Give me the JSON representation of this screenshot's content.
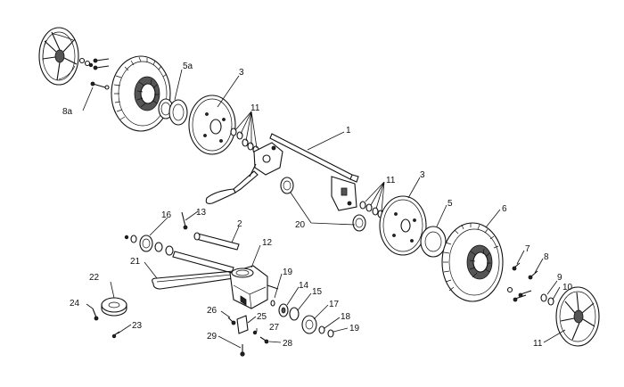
{
  "diagram": {
    "callouts": [
      {
        "id": "1",
        "text": "1"
      },
      {
        "id": "2",
        "text": "2"
      },
      {
        "id": "3a",
        "text": "3"
      },
      {
        "id": "3b",
        "text": "3"
      },
      {
        "id": "5",
        "text": "5"
      },
      {
        "id": "5a",
        "text": "5a"
      },
      {
        "id": "6",
        "text": "6"
      },
      {
        "id": "7",
        "text": "7"
      },
      {
        "id": "8",
        "text": "8"
      },
      {
        "id": "8a",
        "text": "8a"
      },
      {
        "id": "9",
        "text": "9"
      },
      {
        "id": "10",
        "text": "10"
      },
      {
        "id": "11a",
        "text": "11"
      },
      {
        "id": "11b",
        "text": "11"
      },
      {
        "id": "11c",
        "text": "11"
      },
      {
        "id": "12",
        "text": "12"
      },
      {
        "id": "13",
        "text": "13"
      },
      {
        "id": "14",
        "text": "14"
      },
      {
        "id": "15",
        "text": "15"
      },
      {
        "id": "16",
        "text": "16"
      },
      {
        "id": "17",
        "text": "17"
      },
      {
        "id": "18",
        "text": "18"
      },
      {
        "id": "19a",
        "text": "19"
      },
      {
        "id": "19b",
        "text": "19"
      },
      {
        "id": "20",
        "text": "20"
      },
      {
        "id": "21",
        "text": "21"
      },
      {
        "id": "22",
        "text": "22"
      },
      {
        "id": "23",
        "text": "23"
      },
      {
        "id": "24",
        "text": "24"
      },
      {
        "id": "25",
        "text": "25"
      },
      {
        "id": "26",
        "text": "26"
      },
      {
        "id": "27",
        "text": "27"
      },
      {
        "id": "28",
        "text": "28"
      },
      {
        "id": "29",
        "text": "29"
      }
    ]
  }
}
